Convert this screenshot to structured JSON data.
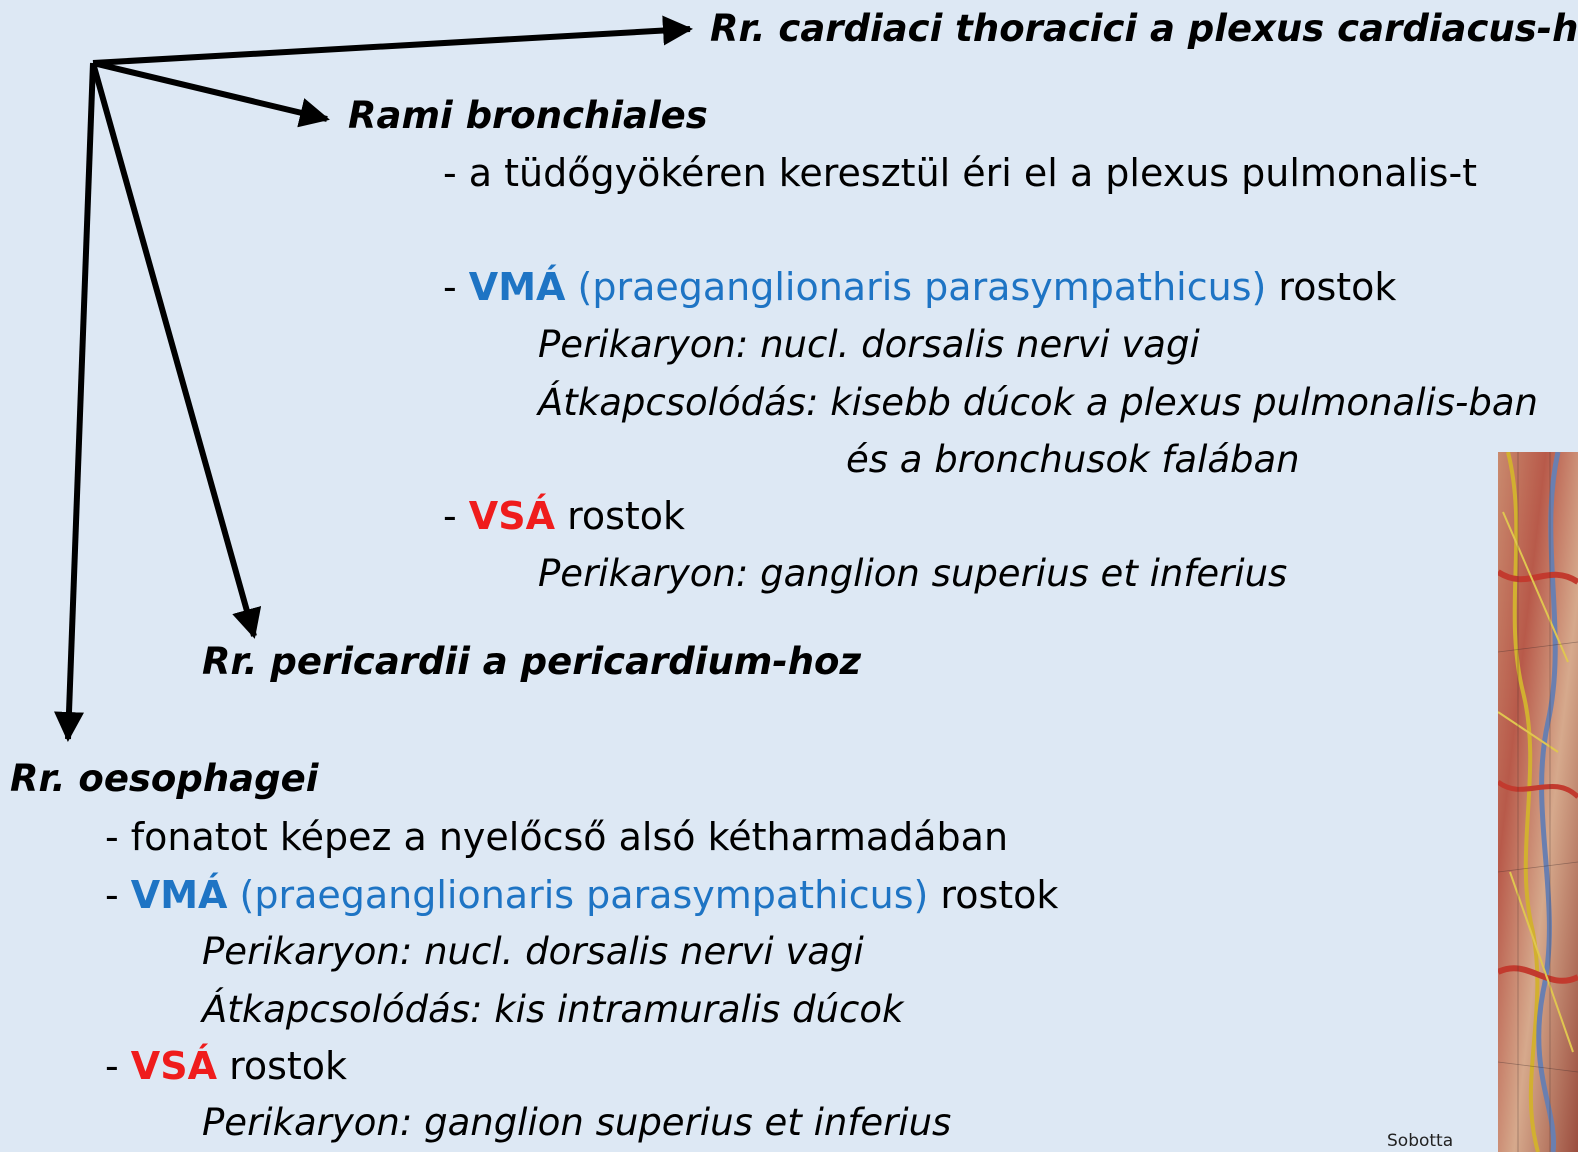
{
  "branches": {
    "cardiaci": "Rr. cardiaci thoracici a plexus cardiacus-hoz",
    "bronchiales": {
      "title": "Rami bronchiales",
      "line1": "- a tüdőgyökéren keresztül éri el a plexus pulmonalis-t",
      "vma": {
        "dash": "- ",
        "abbr": "VMÁ",
        "desc": " (praeganglionaris parasympathicus)",
        "suffix": " rostok"
      },
      "perikaryon_vma": "Perikaryon: nucl. dorsalis nervi vagi",
      "atkapcs_1": "Átkapcsolódás: kisebb dúcok a plexus pulmonalis-ban",
      "atkapcs_2": "és a bronchusok falában",
      "vsa": {
        "dash": "- ",
        "abbr": "VSÁ",
        "suffix": " rostok"
      },
      "perikaryon_vsa": "Perikaryon: ganglion superius et inferius"
    },
    "pericardii": "Rr. pericardii a pericardium-hoz",
    "oesophagei": {
      "title": "Rr. oesophagei",
      "line1": "- fonatot képez a nyelőcső alsó kétharmadában",
      "vma": {
        "dash": "- ",
        "abbr": "VMÁ",
        "desc": " (praeganglionaris parasympathicus)",
        "suffix": " rostok"
      },
      "perikaryon_vma": "Perikaryon: nucl. dorsalis nervi vagi",
      "atkapcs": "Átkapcsolódás: kis intramuralis dúcok",
      "vsa": {
        "dash": "- ",
        "abbr": "VSÁ",
        "suffix": " rostok"
      },
      "perikaryon_vsa": "Perikaryon: ganglion superius et inferius"
    }
  },
  "image_credit": "Sobotta",
  "colors": {
    "background": "#dde8f4",
    "vma": "#1e74c4",
    "vsa": "#ef1c1c",
    "arrow": "#000000"
  }
}
